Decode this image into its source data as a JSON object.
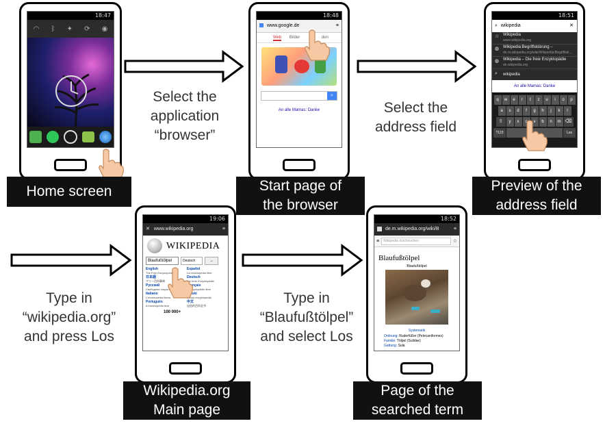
{
  "phones": {
    "home": {
      "status_time": "18:47",
      "caption": "Home screen"
    },
    "browser": {
      "status_time": "18:48",
      "url": "www.google.de",
      "tab_web": "Web",
      "tab_images": "Bilder",
      "tab_more": "den",
      "footer_link": "An alle Mamas: Danke",
      "caption": "Start page of\nthe browser"
    },
    "address": {
      "status_time": "18:51",
      "query": "wikipedia",
      "suggestions": [
        {
          "title": "Wikipedia",
          "sub": "www.wikipedia.org"
        },
        {
          "title": "Wikipedia:Begriffsklärung –",
          "sub": "de.m.wikipedia.org/wiki/Wikipedia:Begriffskl..."
        },
        {
          "title": "Wikipedia – Die freie Enzyklopädie",
          "sub": "de.wikipedia.org"
        },
        {
          "title": "wikipedia",
          "sub": ""
        }
      ],
      "footer_link": "An alle Mamas: Danke",
      "keyboard_rows": [
        [
          "q",
          "w",
          "e",
          "r",
          "t",
          "z",
          "u",
          "i",
          "o",
          "p"
        ],
        [
          "a",
          "s",
          "d",
          "f",
          "g",
          "h",
          "j",
          "k",
          "l"
        ],
        [
          "y",
          "x",
          "c",
          "v",
          "b",
          "n",
          "m"
        ]
      ],
      "key_numbers": "?123",
      "key_go": "Los",
      "caption": "Preview of the\naddress field"
    },
    "wikipedia": {
      "status_time": "19:06",
      "url": "www.wikipedia.org",
      "logo_text": "WIKIPEDIA",
      "search_value": "Blaufußtölpel",
      "lang_select": "Deutsch",
      "button_label": "→",
      "languages": [
        {
          "name": "English",
          "sub": "The Free Encyclopedia"
        },
        {
          "name": "Español",
          "sub": "La enciclopedia libre"
        },
        {
          "name": "日本語",
          "sub": "フリー百科事典"
        },
        {
          "name": "Deutsch",
          "sub": "Die freie Enzyklopädie"
        },
        {
          "name": "Русский",
          "sub": "Свободная энциклопедия"
        },
        {
          "name": "Français",
          "sub": "L'encyclopédie libre"
        },
        {
          "name": "Italiano",
          "sub": "L'enciclopedia libera"
        },
        {
          "name": "Polski",
          "sub": "Wolna encyklopedia"
        },
        {
          "name": "Português",
          "sub": "A enciclopédia livre"
        },
        {
          "name": "中文",
          "sub": "自由的百科全书"
        }
      ],
      "count_label": "100 000+",
      "caption": "Wikipedia.org\nMain page"
    },
    "article": {
      "status_time": "18:52",
      "url": "de.m.wikipedia.org/wiki/B",
      "search_placeholder": "Wikipedia durchsuchen",
      "title": "Blaufußtölpel",
      "image_caption": "Blaufußtölpel",
      "systematik": "Systematik",
      "rows": [
        {
          "label": "Ordnung:",
          "value": "Ruderfüßer (Pelecaniformes)"
        },
        {
          "label": "Familie:",
          "value": "Tölpel (Sulidae)"
        },
        {
          "label": "Gattung:",
          "value": "Sula"
        }
      ],
      "caption": "Page of the\nsearched term"
    }
  },
  "steps": {
    "s1": "Select the\napplication\n“browser”",
    "s2": "Select the\naddress field",
    "s3": "Type in\n“wikipedia.org”\nand press Los",
    "s4": "Type in\n“Blaufußtölpel”\nand select Los"
  }
}
